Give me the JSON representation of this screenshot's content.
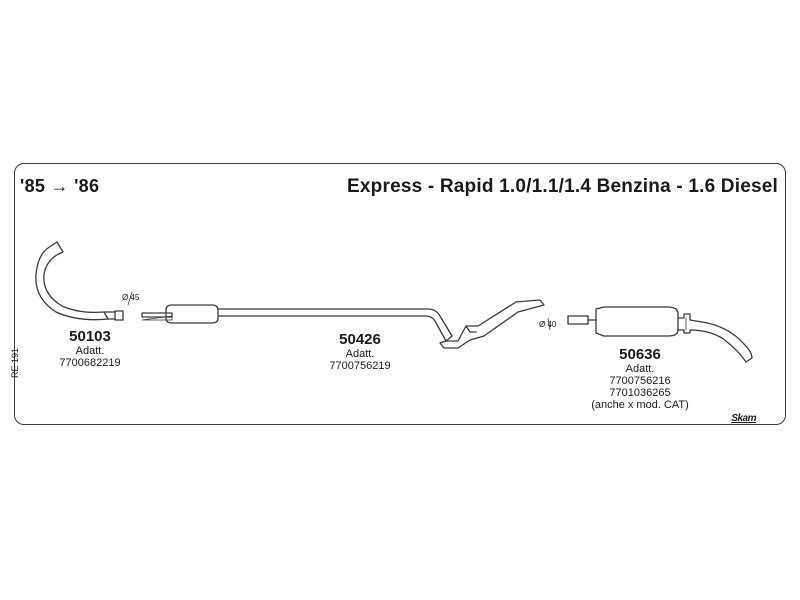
{
  "header": {
    "years": "'85 → '86",
    "title": "Express - Rapid 1.0/1.1/1.4 Benzina - 1.6 Diesel"
  },
  "sheet_ref": "RE 191",
  "brand": "Skam",
  "diameters": {
    "front": "Ø 45",
    "rear": "Ø 40"
  },
  "parts": [
    {
      "number": "50103",
      "lines": [
        "Adatt.",
        "7700682219"
      ]
    },
    {
      "number": "50426",
      "lines": [
        "Adatt.",
        "7700756219"
      ]
    },
    {
      "number": "50636",
      "lines": [
        "Adatt.",
        "7700756216",
        "7701036265",
        "(anche x mod. CAT)"
      ]
    }
  ],
  "colors": {
    "line": "#3a3a3a",
    "text": "#1a1a1a",
    "background": "#ffffff"
  }
}
